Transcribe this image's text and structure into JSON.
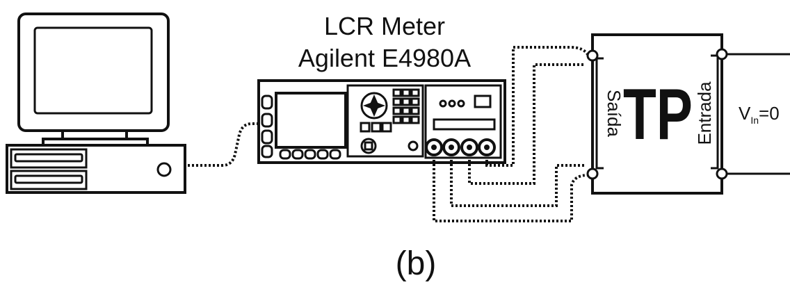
{
  "meter": {
    "title_line1": "LCR Meter",
    "title_line2": "Agilent E4980A"
  },
  "transformer": {
    "label": "TP",
    "output_label": "Saída",
    "input_label": "Entrada"
  },
  "input_voltage": {
    "symbol": "V",
    "subscript": "In",
    "value_text": "=0"
  },
  "caption": "(b)",
  "colors": {
    "line": "#111111",
    "background": "#ffffff"
  }
}
